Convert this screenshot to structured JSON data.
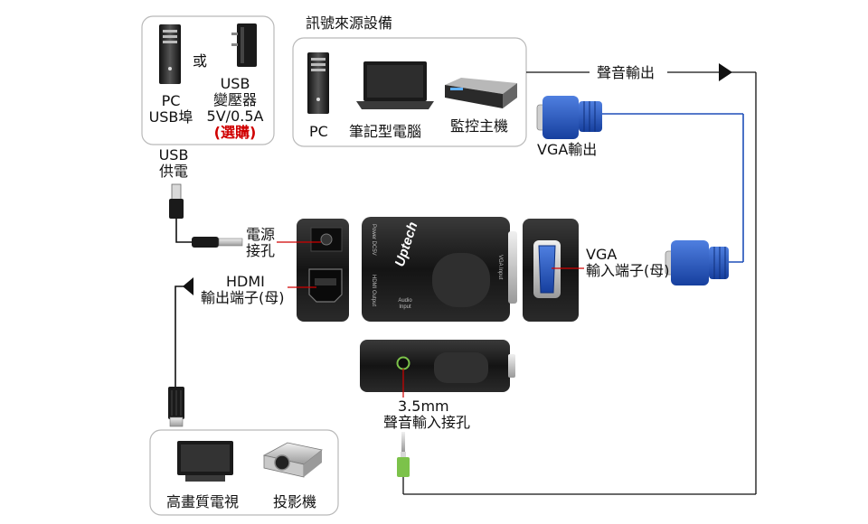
{
  "power_box": {
    "or": "或",
    "pc": "PC",
    "usb_port": "USB埠",
    "usb": "USB",
    "adapter": "變壓器",
    "adapter_spec": "5V/0.5A",
    "optional": "(選購)"
  },
  "usb_power": {
    "line1": "USB",
    "line2": "供電"
  },
  "source_box": {
    "title": "訊號來源設備",
    "pc": "PC",
    "laptop": "筆記型電腦",
    "dvr": "監控主機"
  },
  "audio_out": "聲音輸出",
  "vga_output": "VGA輸出",
  "power_jack": {
    "line1": "電源",
    "line2": "接孔"
  },
  "hdmi_port": {
    "line1": "HDMI",
    "line2": "輸出端子(母)"
  },
  "vga_port": {
    "line1": "VGA",
    "line2": "輸入端子(母)"
  },
  "device": {
    "brand": "Uptech",
    "power_label": "Power DC5V",
    "hdmi_label": "HDMI Output",
    "audio_label_1": "Audio",
    "audio_label_2": "Input",
    "vga_label": "VGA Input"
  },
  "audio_jack": {
    "line1": "3.5mm",
    "line2": "聲音輸入接孔"
  },
  "display_box": {
    "hdtv": "高畫質電視",
    "projector": "投影機"
  },
  "colors": {
    "vga_blue": "#1e4fb8",
    "line": "#111111",
    "red": "#d00000",
    "audio_green": "#7cc24a"
  }
}
